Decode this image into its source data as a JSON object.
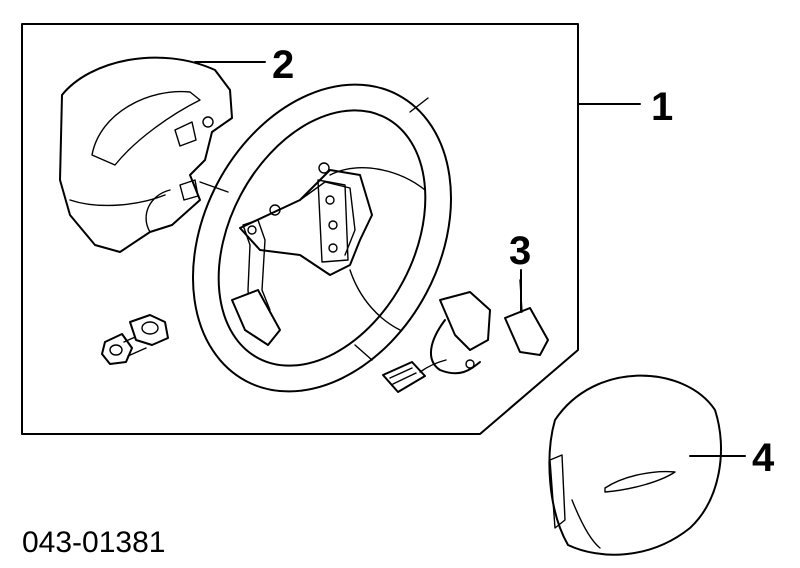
{
  "callouts": [
    {
      "id": "1",
      "label": "1"
    },
    {
      "id": "2",
      "label": "2"
    },
    {
      "id": "3",
      "label": "3"
    },
    {
      "id": "4",
      "label": "4"
    }
  ],
  "part_number": "043-01381"
}
